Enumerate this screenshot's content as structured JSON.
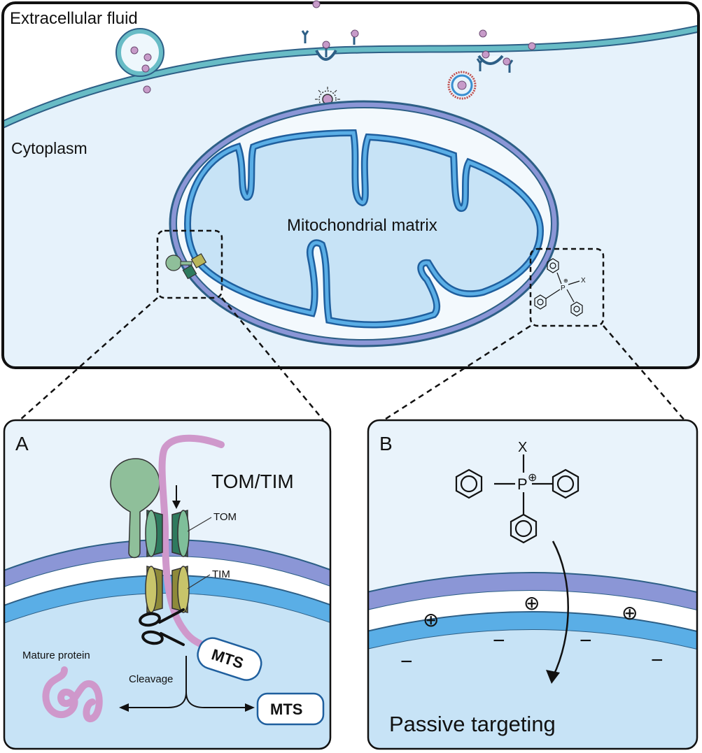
{
  "colors": {
    "cell_fill": "#e6f2fb",
    "membrane_teal": "#5bb5c0",
    "mito_outer": "#8b96d6",
    "mito_inner": "#3a8fd0",
    "matrix_fill": "#c7e3f6",
    "ims_fill": "#f3f9fd",
    "protein_pink": "#cf98cb",
    "cargo_purple": "#c79bc9",
    "tom_green": "#3f8f6e",
    "tim_olive": "#b8b55a"
  },
  "top": {
    "extracellular_label": "Extracellular fluid",
    "cytoplasm_label": "Cytoplasm",
    "matrix_label": "Mitochondrial matrix"
  },
  "panel_a": {
    "letter": "A",
    "title": "TOM/TIM",
    "tom_label": "TOM",
    "tim_label": "TIM",
    "mature_label": "Mature protein",
    "cleavage_label": "Cleavage",
    "mts_label_1": "MTS",
    "mts_label_2": "MTS",
    "icons": [
      "scissors-icon",
      "arrow-down-icon"
    ]
  },
  "panel_b": {
    "letter": "B",
    "x_label": "X",
    "p_label": "P",
    "charge_plus": "⊕",
    "charge_minus": "−",
    "caption": "Passive targeting"
  },
  "inset_molecule": {
    "p_label": "P",
    "x_label": "X"
  }
}
